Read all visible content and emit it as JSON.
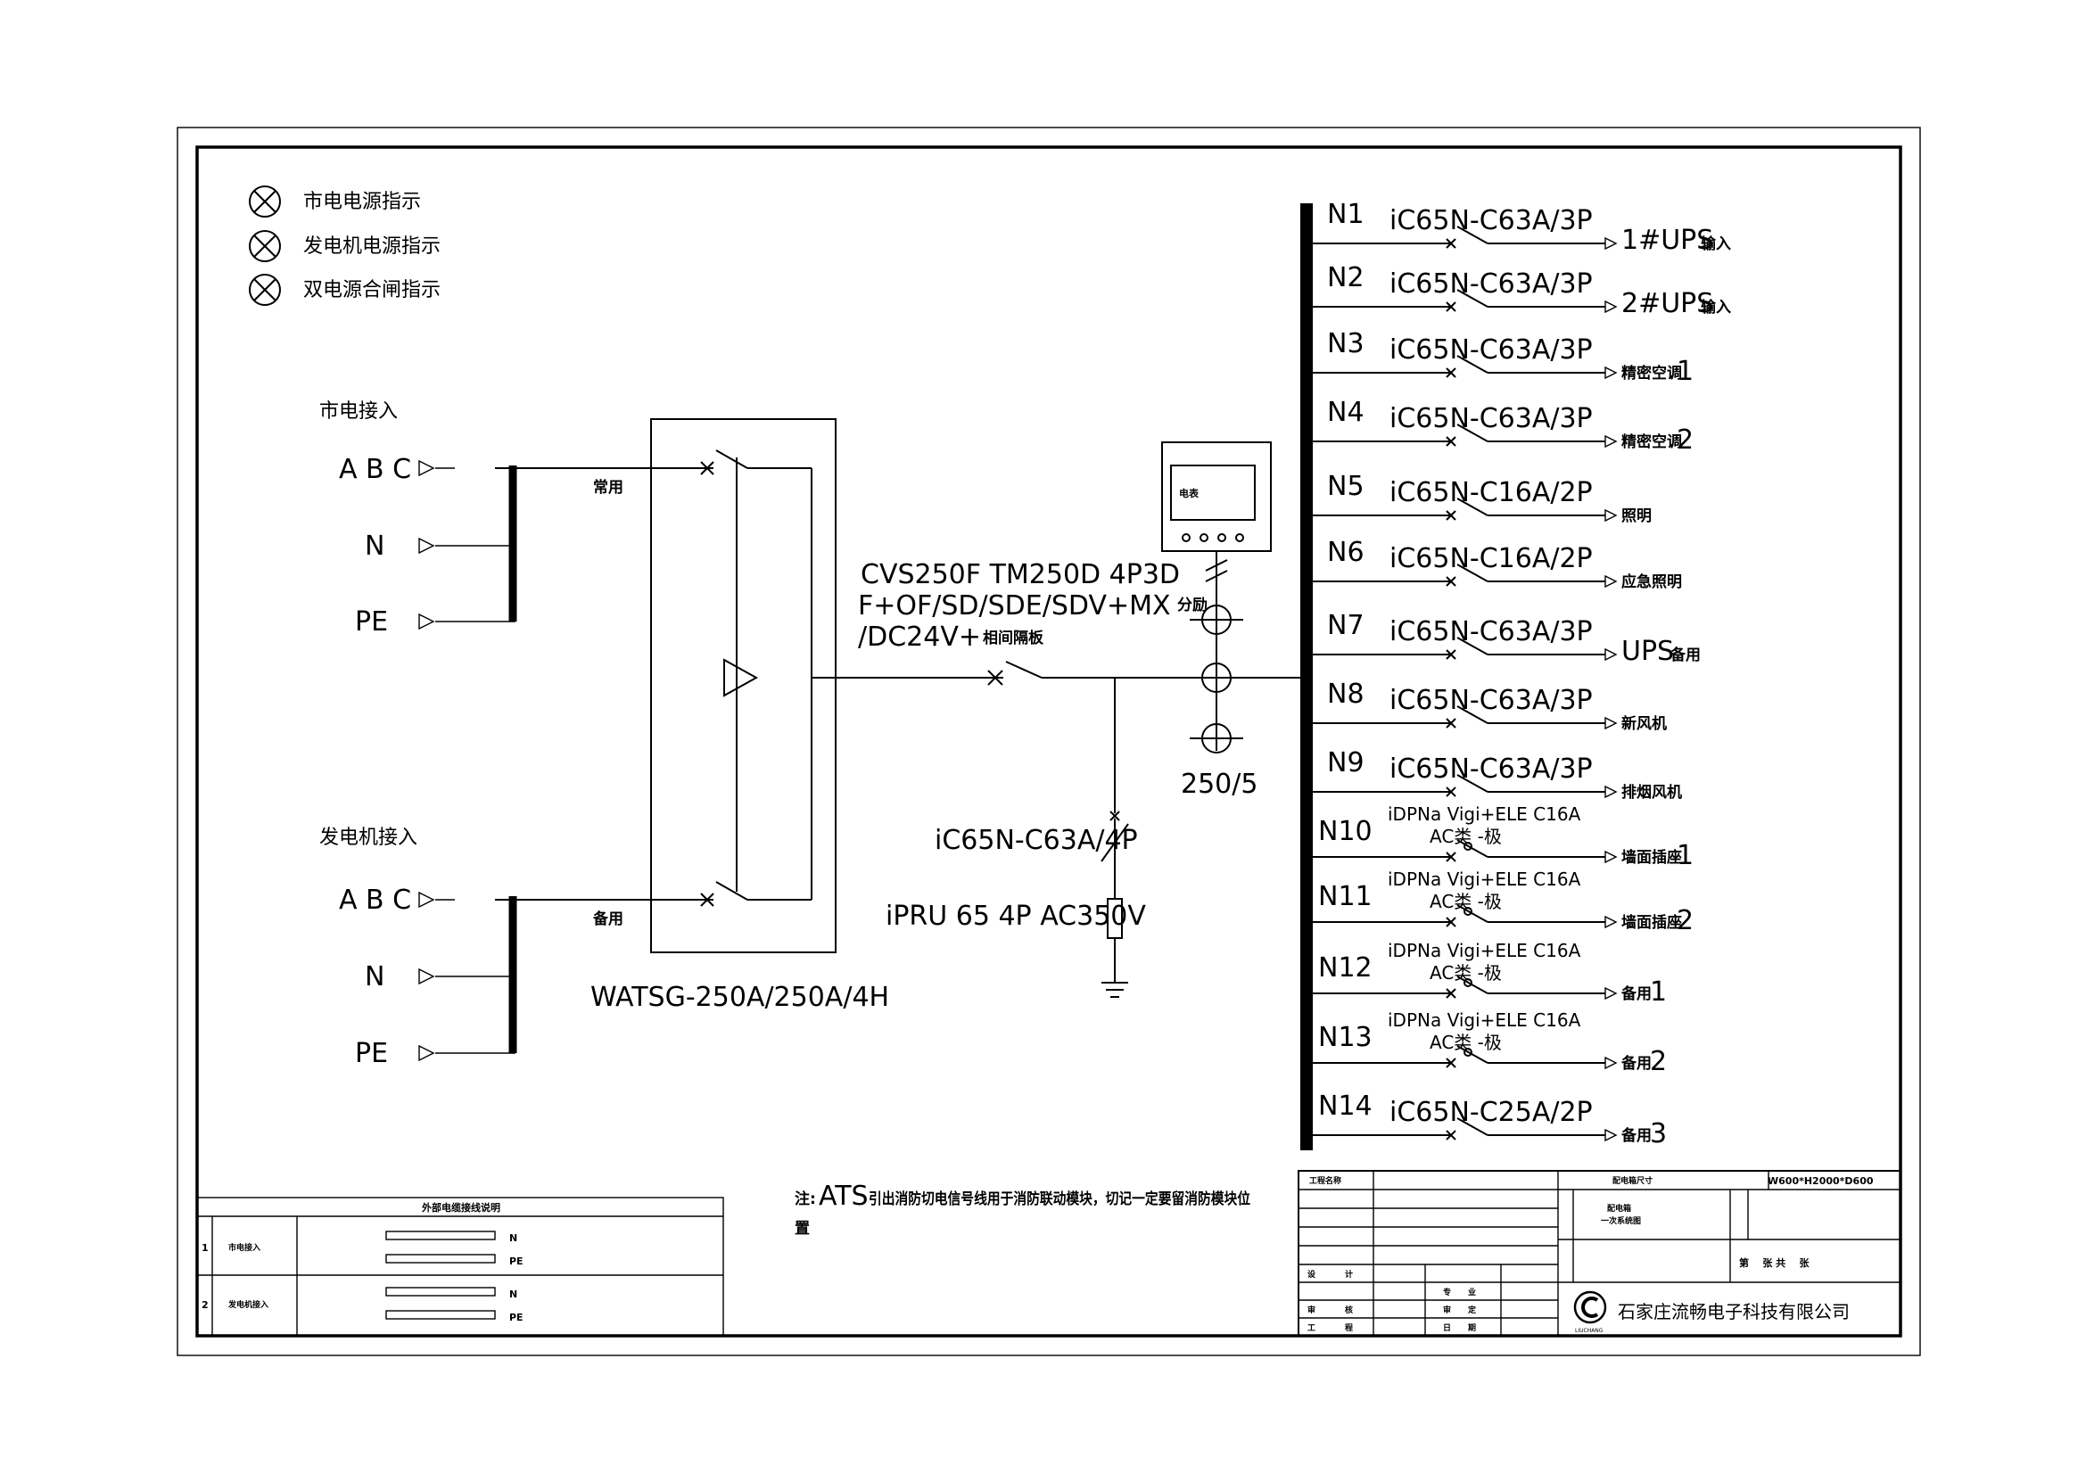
{
  "legend": [
    {
      "label": "市电电源指示",
      "icon": "indicator-lamp-icon"
    },
    {
      "label": "发电机电源指示",
      "icon": "indicator-lamp-icon"
    },
    {
      "label": "双电源合闸指示",
      "icon": "indicator-lamp-icon"
    }
  ],
  "mains_input": {
    "title": "市电接入",
    "phases": "A B C",
    "n": "N",
    "pe": "PE",
    "ats_label": "常用"
  },
  "generator_input": {
    "title": "发电机接入",
    "phases": "A B C",
    "n": "N",
    "pe": "PE",
    "ats_label": "备用"
  },
  "ats": {
    "model": "WATSG-250A/250A/4H"
  },
  "main_breaker": {
    "line1": "CVS250F TM250D 4P3D",
    "line2": "F+OF/SD/SDE/SDV+MX",
    "line2_suffix": "分励",
    "line3": "/DC24V+",
    "line3_suffix": "相间隔板"
  },
  "meter": {
    "label": "电表",
    "ct_ratio": "250/5"
  },
  "spd": {
    "breaker": "iC65N-C63A/4P",
    "surge": "iPRU 65 4P AC350V"
  },
  "feeders": [
    {
      "id": "N1",
      "breaker": "iC65N-C63A/3P",
      "load_main": "1#UPS",
      "load_suffix": "输入"
    },
    {
      "id": "N2",
      "breaker": "iC65N-C63A/3P",
      "load_main": "2#UPS",
      "load_suffix": "输入"
    },
    {
      "id": "N3",
      "breaker": "iC65N-C63A/3P",
      "load_main": "",
      "load_suffix": "精密空调",
      "load_tail": "1"
    },
    {
      "id": "N4",
      "breaker": "iC65N-C63A/3P",
      "load_main": "",
      "load_suffix": "精密空调",
      "load_tail": "2"
    },
    {
      "id": "N5",
      "breaker": "iC65N-C16A/2P",
      "load_main": "",
      "load_suffix": "照明"
    },
    {
      "id": "N6",
      "breaker": "iC65N-C16A/2P",
      "load_main": "",
      "load_suffix": "应急照明"
    },
    {
      "id": "N7",
      "breaker": "iC65N-C63A/3P",
      "load_main": "UPS",
      "load_suffix": "备用"
    },
    {
      "id": "N8",
      "breaker": "iC65N-C63A/3P",
      "load_main": "",
      "load_suffix": "新风机"
    },
    {
      "id": "N9",
      "breaker": "iC65N-C63A/3P",
      "load_main": "",
      "load_suffix": "排烟风机"
    },
    {
      "id": "N10",
      "breaker": "iDPNa Vigi+ELE C16A",
      "breaker2": "AC类 -极",
      "load_main": "",
      "load_suffix": "墙面插座",
      "load_tail": "1"
    },
    {
      "id": "N11",
      "breaker": "iDPNa Vigi+ELE C16A",
      "breaker2": "AC类 -极",
      "load_main": "",
      "load_suffix": "墙面插座",
      "load_tail": "2"
    },
    {
      "id": "N12",
      "breaker": "iDPNa Vigi+ELE C16A",
      "breaker2": "AC类 -极",
      "load_main": "",
      "load_suffix": "备用",
      "load_tail": "1"
    },
    {
      "id": "N13",
      "breaker": "iDPNa Vigi+ELE C16A",
      "breaker2": "AC类 -极",
      "load_main": "",
      "load_suffix": "备用",
      "load_tail": "2"
    },
    {
      "id": "N14",
      "breaker": "iC65N-C25A/2P",
      "load_main": "",
      "load_suffix": "备用",
      "load_tail": "3"
    }
  ],
  "note": {
    "prefix": "注:",
    "ats": "ATS",
    "text": "引出消防切电信号线用于消防联动模块，切记一定要留消防模块位置"
  },
  "cable_table": {
    "title": "外部电缆接线说明",
    "rows": [
      {
        "no": "1",
        "name": "市电接入",
        "n": "N",
        "pe": "PE"
      },
      {
        "no": "2",
        "name": "发电机接入",
        "n": "N",
        "pe": "PE"
      }
    ]
  },
  "title_block": {
    "project_label": "工程名称",
    "size_label": "配电箱尺寸",
    "size_value": "W600*H2000*D600",
    "left_labels": [
      "设",
      "计",
      "审",
      "核",
      "工",
      "程"
    ],
    "mid_labels": [
      "专",
      "业",
      "审",
      "定",
      "日",
      "期"
    ],
    "drawing_name": [
      "配电箱",
      "一次系统图"
    ],
    "sheet": "第    张 共    张",
    "company": "石家庄流畅电子科技有限公司",
    "logo_caption": "LIUCHANG"
  }
}
